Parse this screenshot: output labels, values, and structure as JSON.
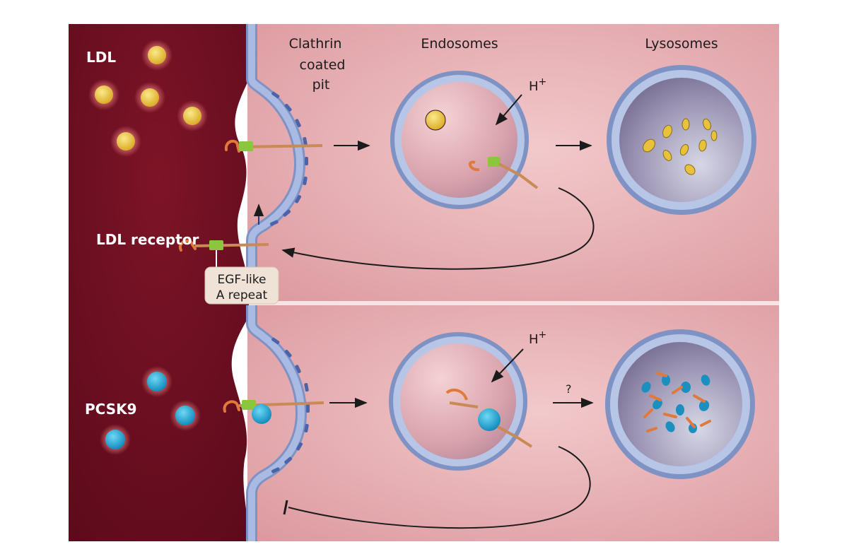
{
  "labels": {
    "ldl": "LDL",
    "clathrin_line1": "Clathrin",
    "clathrin_line2": "coated",
    "clathrin_line3": "pit",
    "endosomes": "Endosomes",
    "lysosomes": "Lysosomes",
    "hplus_top": "H",
    "hplus_top_sup": "+",
    "hplus_bottom": "H",
    "hplus_bottom_sup": "+",
    "ldl_receptor": "LDL receptor",
    "egf_line1": "EGF-like",
    "egf_line2": "A repeat",
    "pcsk9": "PCSK9",
    "question": "?"
  },
  "colors": {
    "blood": "#6e0f22",
    "cytoplasm": "#e8b0b3",
    "membrane": "#9aaed6",
    "ldl_particle": "#e8c23a",
    "pcsk9_particle": "#1aa9d8",
    "receptor": "#e07a3c",
    "egf_domain": "#8cc63e"
  }
}
